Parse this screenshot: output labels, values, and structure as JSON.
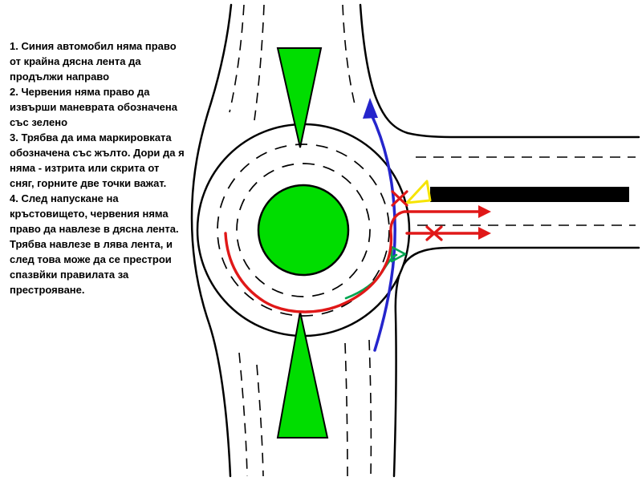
{
  "colors": {
    "background": "#ffffff",
    "road_line": "#000000",
    "island_green": "#00dd00",
    "arrow_green": "#00a551",
    "blue": "#2525cc",
    "red": "#e01818",
    "yellow": "#f6e400",
    "bar_black": "#000000",
    "text": "#000000"
  },
  "annotations": {
    "items": [
      "1. Синия автомобил няма право от крайна дясна лента да продължи направо",
      "2. Червения няма право да извърши маневрата обозначена със зелено",
      "3. Трябва да има маркировката обозначена със жълто. Дори да я няма - изтрита или скрита от сняг, горните две точки важат.",
      "4. След напускане на кръстовището, червения няма право да навлезе в дясна лента. Трябва навлезе в лява лента, и след това може да се престрои спазвйки правилата за престрояване."
    ]
  }
}
